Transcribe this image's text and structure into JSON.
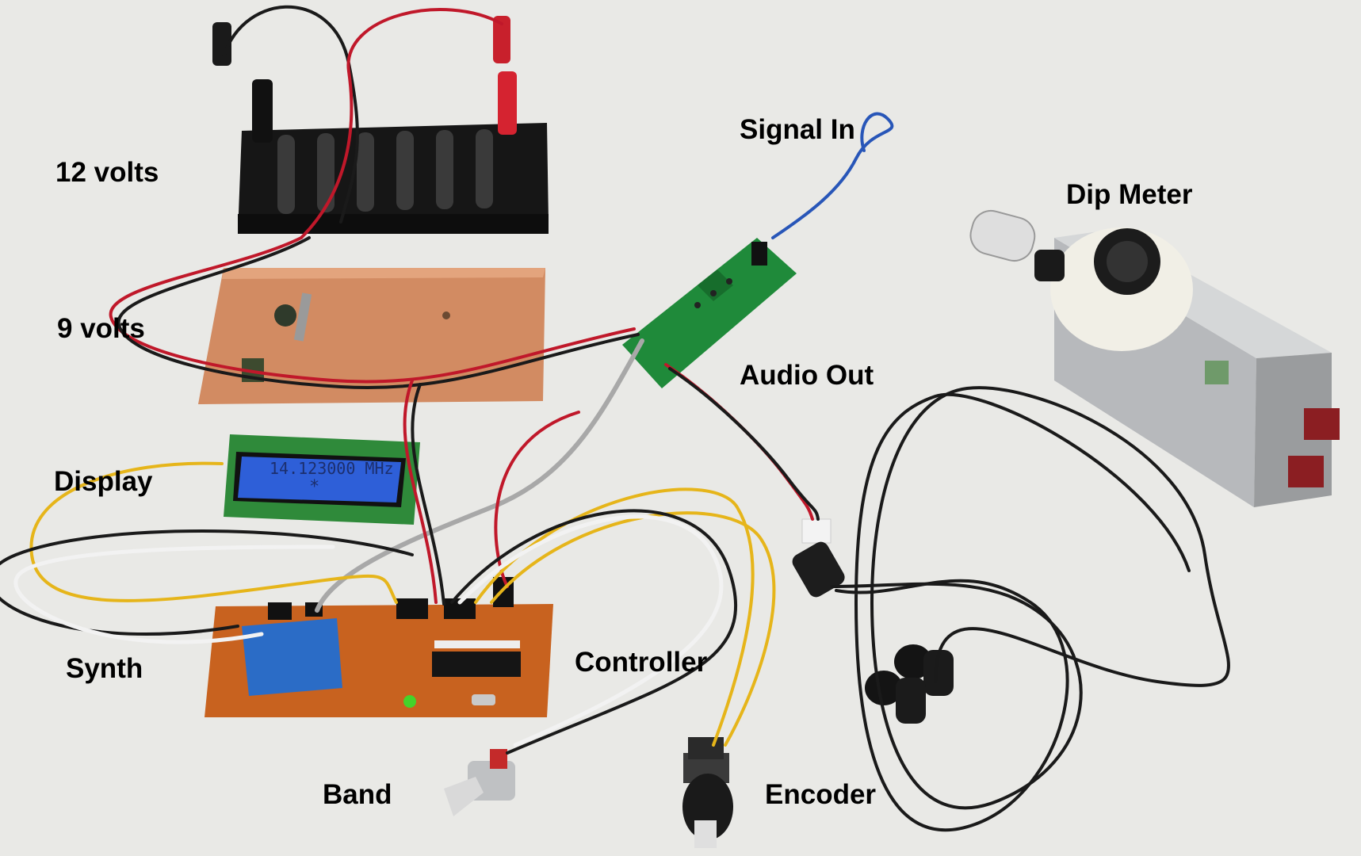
{
  "labels": {
    "twelve_volts": "12 volts",
    "nine_volts": "9 volts",
    "display": "Display",
    "synth": "Synth",
    "band": "Band",
    "controller": "Controller",
    "encoder": "Encoder",
    "signal_in": "Signal In",
    "audio_out": "Audio Out",
    "dip_meter": "Dip Meter"
  },
  "lcd": {
    "line1": "14.123000 MHz",
    "line2": "*"
  },
  "colors": {
    "background": "#e9e9e6",
    "copper_board": "#d28b62",
    "perfboard": "#c8621f",
    "lcd_screen": "#2e5fd8",
    "pcb_green": "#1f8a3a",
    "wire_red": "#c0182a",
    "wire_black": "#1a1a1a",
    "wire_yellow": "#e6b51a",
    "wire_white": "#f2f2f2",
    "wire_gray": "#a8a8a8",
    "wire_blue": "#2856b8"
  }
}
